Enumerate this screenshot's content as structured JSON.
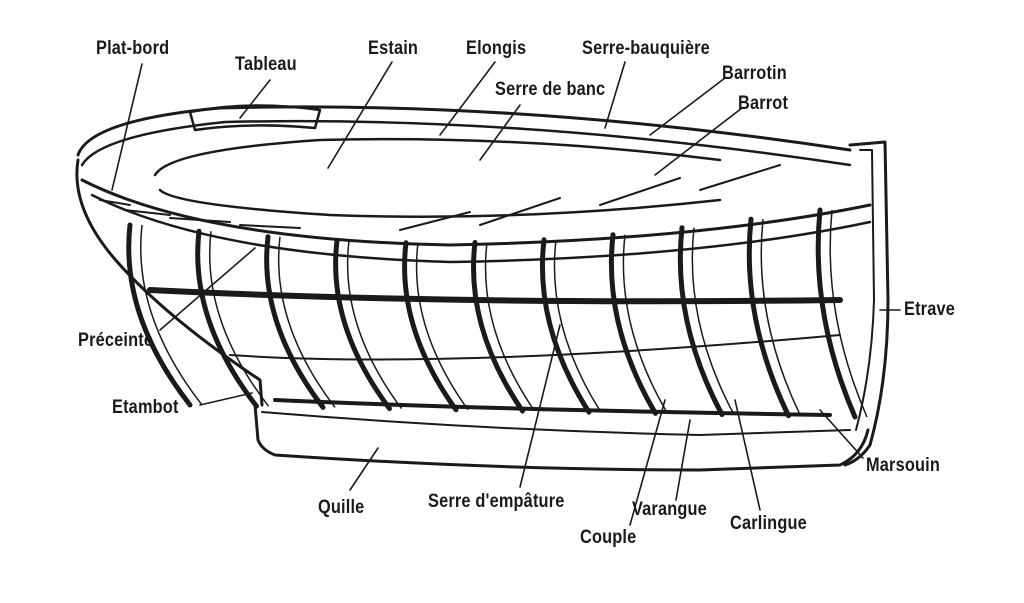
{
  "labels": {
    "plat_bord": "Plat-bord",
    "tableau": "Tableau",
    "estain": "Estain",
    "elongis": "Elongis",
    "serre_bauquiere": "Serre-bauquière",
    "barrotin": "Barrotin",
    "serre_de_banc": "Serre de banc",
    "barrot": "Barrot",
    "etrave": "Etrave",
    "preceinte": "Préceinte",
    "etambot": "Etambot",
    "marsouin": "Marsouin",
    "quille": "Quille",
    "serre_empature": "Serre d'empâture",
    "varangue": "Varangue",
    "carlingue": "Carlingue",
    "couple": "Couple"
  },
  "colors": {
    "ink": "#1a1a1a",
    "paper": "#ffffff",
    "shade": "#6d6d6d"
  }
}
